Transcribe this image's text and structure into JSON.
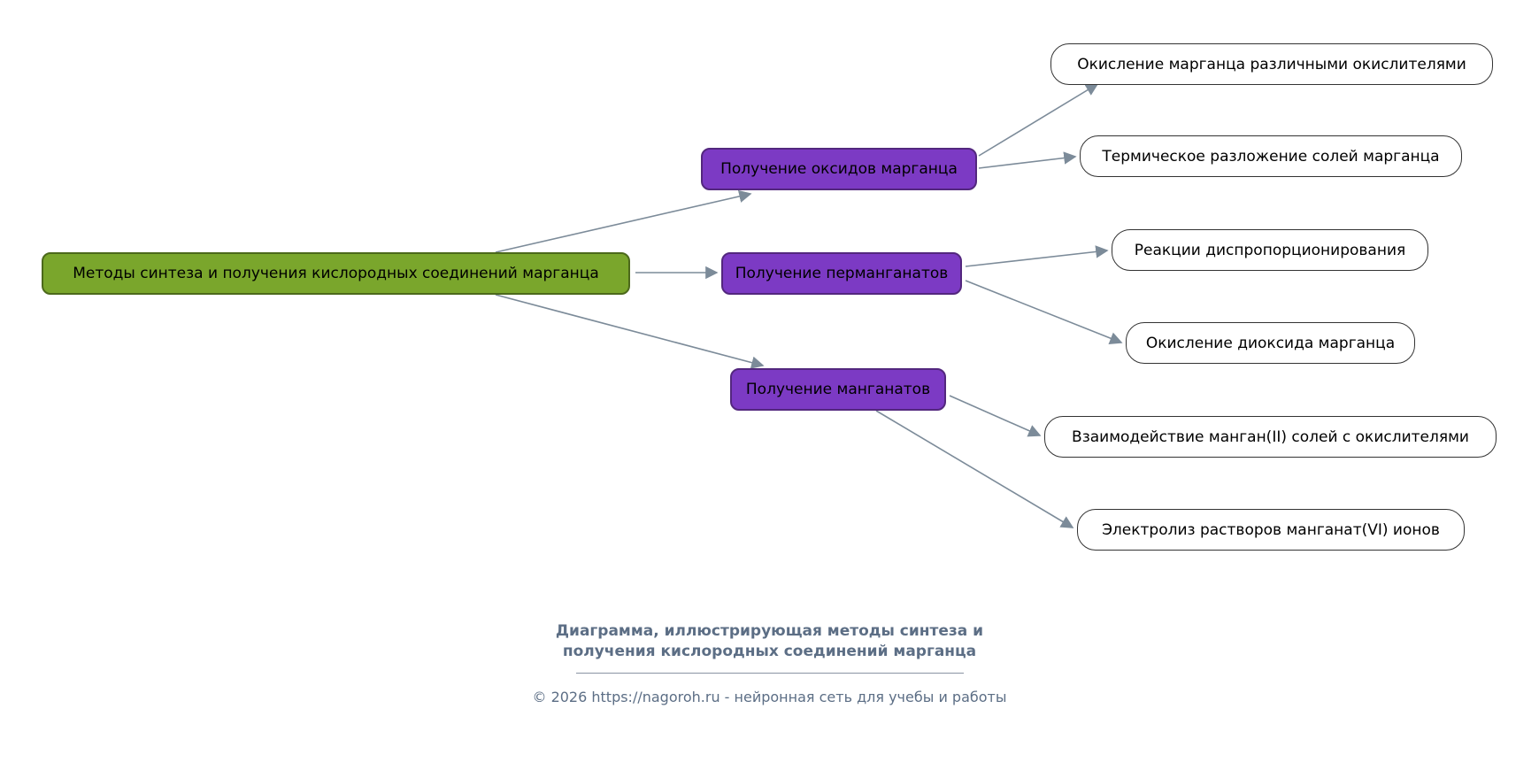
{
  "diagram": {
    "root": {
      "label": "Методы синтеза и получения кислородных соединений марганца"
    },
    "branches": [
      {
        "label": "Получение оксидов марганца",
        "children": [
          "Окисление марганца различными окислителями",
          "Термическое разложение солей марганца"
        ]
      },
      {
        "label": "Получение перманганатов",
        "children": [
          "Реакции диспропорционирования",
          "Окисление диоксида марганца"
        ]
      },
      {
        "label": "Получение манганатов",
        "children": [
          "Взаимодействие манган(II) солей с окислителями",
          "Электролиз растворов манганат(VI) ионов"
        ]
      }
    ],
    "colors": {
      "root_fill": "#7AA62C",
      "root_border": "#4C691B",
      "branch_fill": "#7C3AC4",
      "branch_border": "#53277E",
      "leaf_fill": "#FFFFFF",
      "leaf_border": "#333333",
      "arrow": "#7C8B99",
      "caption": "#5C6E85"
    }
  },
  "footer": {
    "caption_line1": "Диаграмма, иллюстрирующая методы синтеза и",
    "caption_line2": "получения кислородных соединений марганца",
    "copyright": "© 2026 https://nagoroh.ru - нейронная сеть для учебы и работы"
  }
}
